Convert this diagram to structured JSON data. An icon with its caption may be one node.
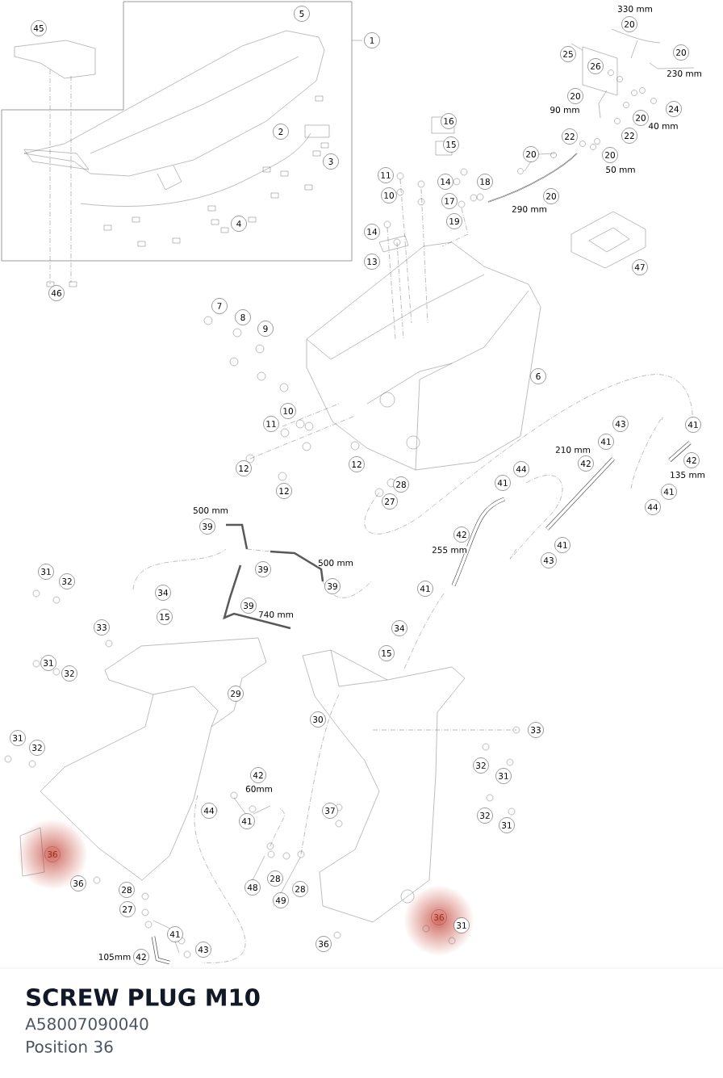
{
  "diagram": {
    "title": "SCREW PLUG M10",
    "labels": [
      "330 mm",
      "20",
      "45",
      "5",
      "1",
      "25",
      "20",
      "26",
      "230 mm",
      "20",
      "90 mm",
      "24",
      "20",
      "40 mm",
      "2",
      "16",
      "22",
      "22",
      "15",
      "20",
      "20",
      "3",
      "50 mm",
      "11",
      "14",
      "18",
      "10",
      "17",
      "20",
      "290 mm",
      "19",
      "4",
      "14",
      "13",
      "47",
      "46",
      "7",
      "8",
      "9",
      "6",
      "10",
      "11",
      "43",
      "41",
      "41",
      "210 mm",
      "42",
      "44",
      "12",
      "12",
      "42",
      "135 mm",
      "41",
      "28",
      "27",
      "41",
      "44",
      "12",
      "500 mm",
      "39",
      "42",
      "255 mm",
      "41",
      "43",
      "500 mm",
      "39",
      "31",
      "32",
      "39",
      "41",
      "34",
      "39",
      "740 mm",
      "15",
      "34",
      "33",
      "31",
      "32",
      "15",
      "29",
      "30",
      "33",
      "31",
      "32",
      "32",
      "31",
      "42",
      "60mm",
      "44",
      "32",
      "41",
      "37",
      "31",
      "36",
      "36",
      "28",
      "48",
      "49",
      "28",
      "28",
      "27",
      "36",
      "31",
      "41",
      "43",
      "105mm",
      "42",
      "36",
      "A58007090040",
      "Position 36"
    ]
  }
}
